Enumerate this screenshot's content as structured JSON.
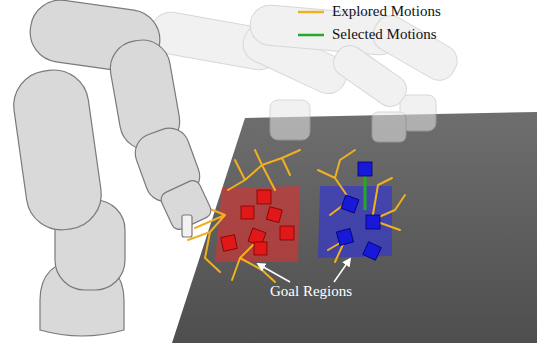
{
  "diagram": {
    "labels": [
      "Goal Regions"
    ],
    "legend": [
      {
        "text": "Explored Motions"
      },
      {
        "text": "Selected Motions"
      }
    ]
  }
}
